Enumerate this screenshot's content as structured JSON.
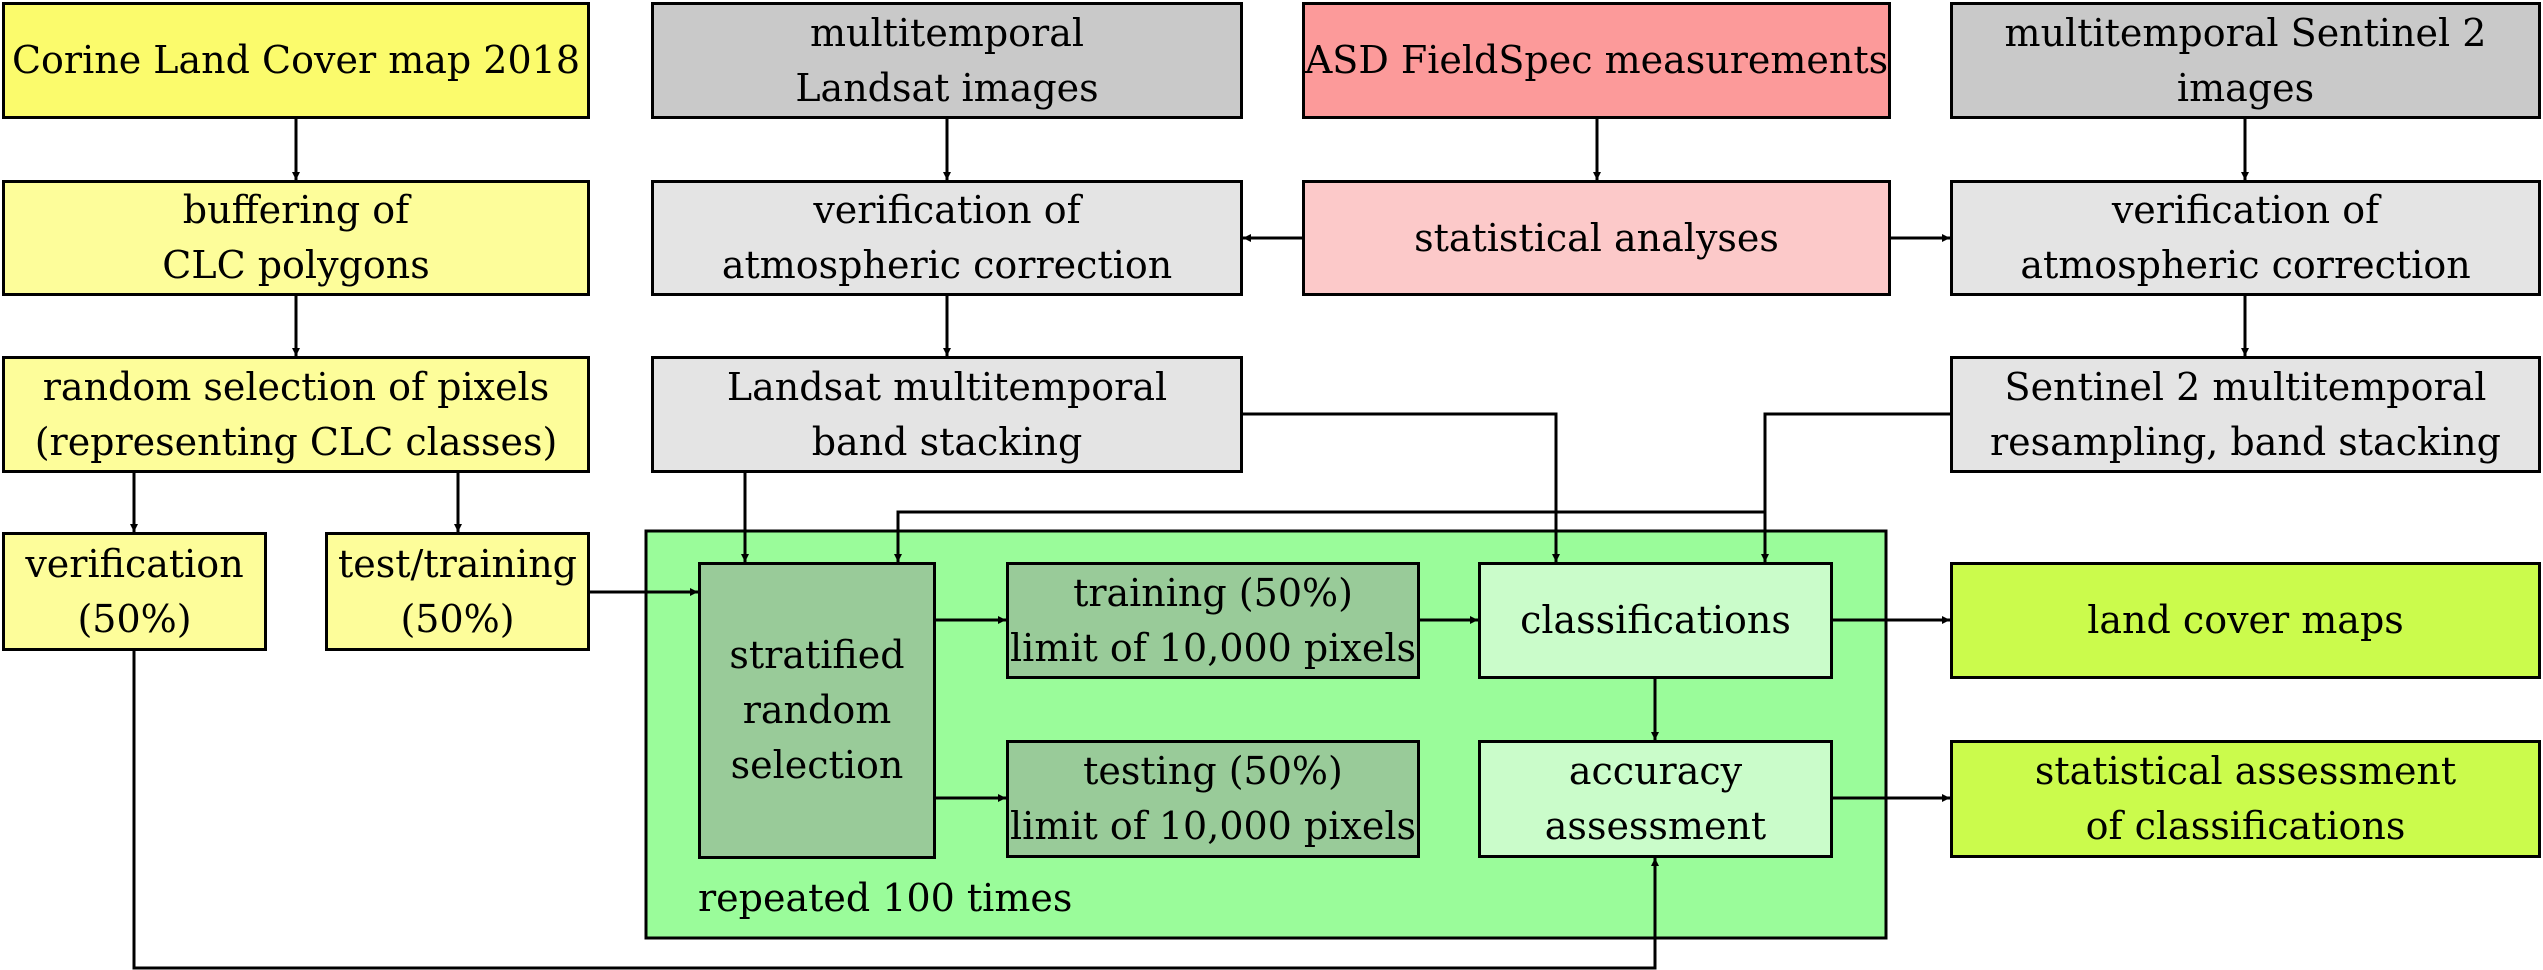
{
  "diagram": {
    "colors": {
      "corine": "#fbfb6c",
      "corine_steps": "#fdfd9a",
      "landsat_source": "#c9c9c9",
      "processing": "#e4e4e4",
      "asd_source": "#fc9a9a",
      "statistical": "#fcc9c9",
      "loop_region": "#9afc9a",
      "stratified": "#99cb99",
      "samples": "#99cb99",
      "results": "#cafcca",
      "outputs": "#cbfb4c",
      "stroke": "#000000"
    },
    "nodes": {
      "corine_map": {
        "lines": [
          "Corine Land Cover map 2018"
        ]
      },
      "landsat_images": {
        "lines": [
          "multitemporal",
          "Landsat images"
        ]
      },
      "asd_fieldspec": {
        "lines": [
          "ASD FieldSpec measurements"
        ]
      },
      "sentinel_images": {
        "lines": [
          "multitemporal Sentinel 2",
          "images"
        ]
      },
      "buffering": {
        "lines": [
          "buffering of",
          "CLC polygons"
        ]
      },
      "landsat_verification": {
        "lines": [
          "verification of",
          "atmospheric correction"
        ]
      },
      "statistical_analyses": {
        "lines": [
          "statistical analyses"
        ]
      },
      "sentinel_verification": {
        "lines": [
          "verification of",
          "atmospheric correction"
        ]
      },
      "random_selection": {
        "lines": [
          "random selection of pixels",
          "(representing CLC classes)"
        ]
      },
      "landsat_stacking": {
        "lines": [
          "Landsat multitemporal",
          "band stacking"
        ]
      },
      "sentinel_stacking": {
        "lines": [
          "Sentinel 2 multitemporal",
          "resampling, band stacking"
        ]
      },
      "verification_split": {
        "lines": [
          "verification",
          "(50%)"
        ]
      },
      "test_training_split": {
        "lines": [
          "test/training",
          "(50%)"
        ]
      },
      "stratified_selection": {
        "lines": [
          "stratified",
          "random",
          "selection"
        ]
      },
      "training_sample": {
        "lines": [
          "training (50%)",
          "limit of 10,000 pixels"
        ]
      },
      "testing_sample": {
        "lines": [
          "testing (50%)",
          "limit of 10,000 pixels"
        ]
      },
      "classifications": {
        "lines": [
          "classifications"
        ]
      },
      "accuracy_assessment": {
        "lines": [
          "accuracy",
          "assessment"
        ]
      },
      "land_cover_maps": {
        "lines": [
          "land cover maps"
        ]
      },
      "statistical_assessment": {
        "lines": [
          "statistical assessment",
          "of classifications"
        ]
      }
    },
    "loop_label": "repeated 100 times"
  }
}
